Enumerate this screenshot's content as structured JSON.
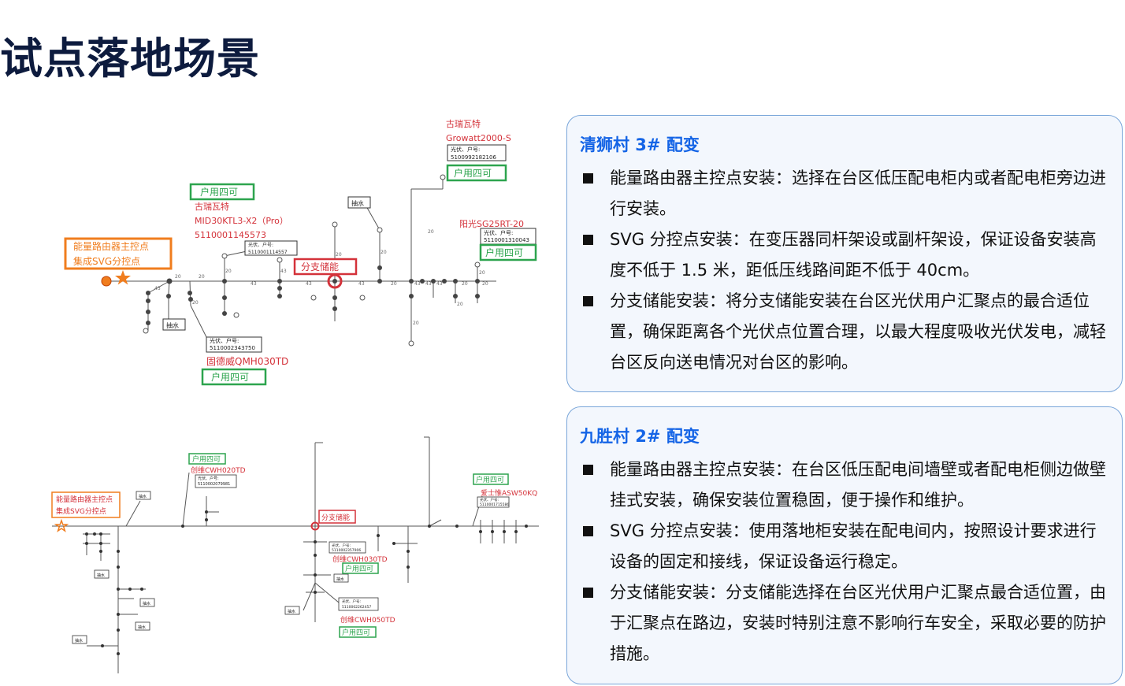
{
  "title": "试点落地场景",
  "diagram_top": {
    "labels": {
      "main_point": [
        "能量路由器主控点",
        "集成SVG分控点"
      ],
      "branch_storage": "分支储能",
      "pump": "抽水",
      "household_permit": "户用四可",
      "pv_household": "光伏、户号:",
      "inv1_brand": "古瑞瓦特",
      "inv1_model": "MID30KTL3-X2（Pro）",
      "inv1_account": "5110001145573",
      "inv1_box_id": "5110001114557",
      "inv2_brand": "古瑞瓦特",
      "inv2_model": "Growatt2000-S",
      "inv2_account": "5100992182106",
      "inv3_model": "阳光SG25RT-20",
      "inv3_account": "5110001310043",
      "inv4_model": "固德威QMH030TD",
      "inv4_account": "5110002343750"
    }
  },
  "diagram_bottom": {
    "labels": {
      "main_point": [
        "能量路由器主控点",
        "集成SVG分控点"
      ],
      "branch_storage": "分支储能",
      "pump": "抽水",
      "household_permit": "户用四可",
      "pv_household": "光伏、户号:",
      "inv1_model": "创维CWH020TD",
      "inv1_account": "5110002079981",
      "inv2_model": "爱士惟ASW50KQ",
      "inv2_account": "5110001715586",
      "inv3_model": "创维CWH030TD",
      "inv3_account": "5110002357906",
      "inv4_model": "创维CWH050TD",
      "inv4_account": "5110002262457"
    }
  },
  "cards": [
    {
      "title": "清狮村 3# 配变",
      "items": [
        "能量路由器主控点安装：选择在台区低压配电柜内或者配电柜旁边进行安装。",
        "SVG 分控点安装：在变压器同杆架设或副杆架设，保证设备安装高度不低于 1.5 米，距低压线路间距不低于 40cm。",
        "分支储能安装：将分支储能安装在台区光伏用户汇聚点的最合适位置，确保距离各个光伏点位置合理，以最大程度吸收光伏发电，减轻台区反向送电情况对台区的影响。"
      ]
    },
    {
      "title": "九胜村 2# 配变",
      "items": [
        "能量路由器主控点安装：在台区低压配电间墙壁或者配电柜侧边做壁挂式安装，确保安装位置稳固，便于操作和维护。",
        "SVG 分控点安装：使用落地柜安装在配电间内，按照设计要求进行设备的固定和接线，保证设备运行稳定。",
        "分支储能安装：分支储能选择在台区光伏用户汇聚点最合适位置，由于汇聚点在路边，安装时特别注意不影响行车安全，采取必要的防护措施。"
      ]
    }
  ],
  "colors": {
    "title": "#0d1b3e",
    "card_title": "#1464e6",
    "card_border": "#7aa6d9",
    "orange": "#f07d1e",
    "green": "#2da44e",
    "red": "#d4323a",
    "line": "#555555"
  },
  "icons": {
    "bullet": "square-bullet-icon",
    "star": "star-icon"
  }
}
